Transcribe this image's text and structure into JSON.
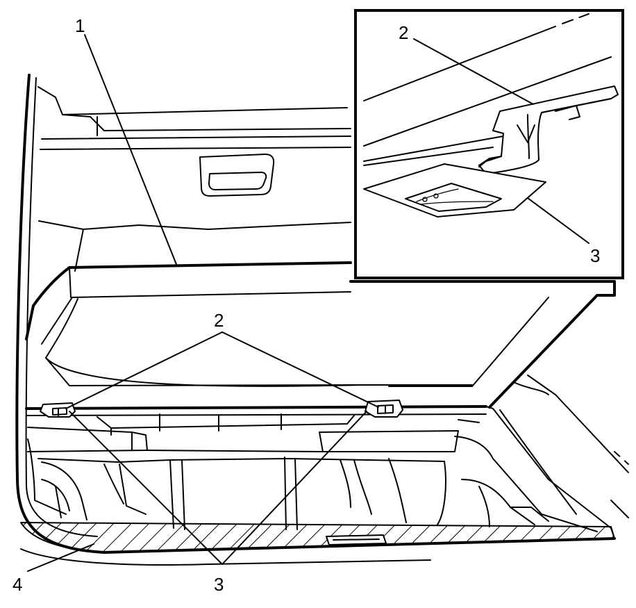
{
  "callouts": {
    "c1": "1",
    "c2_main": "2",
    "c2_inset": "2",
    "c3_main": "3",
    "c3_inset": "3",
    "c4": "4"
  },
  "colors": {
    "ink": "#000000",
    "paper": "#ffffff"
  }
}
